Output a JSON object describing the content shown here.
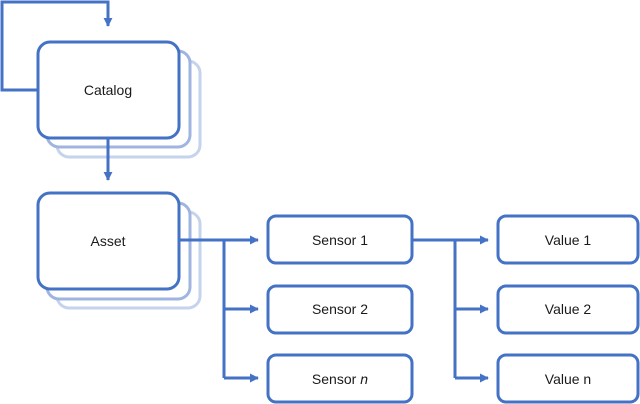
{
  "colors": {
    "stroke": "#4472C4",
    "stroke_light": "#C5D3EC",
    "stroke_mid": "#9FB5E0",
    "fill": "#ffffff",
    "text": "#1a1a1a"
  },
  "nodes": {
    "catalog": {
      "label": "Catalog"
    },
    "asset": {
      "label": "Asset"
    },
    "sensor_1": {
      "label": "Sensor 1"
    },
    "sensor_2": {
      "label": "Sensor 2"
    },
    "sensor_n": {
      "label": "Sensor",
      "label_italic": "n"
    },
    "value_1": {
      "label": "Value 1"
    },
    "value_2": {
      "label": "Value 2"
    },
    "value_n": {
      "label": "Value n"
    }
  }
}
